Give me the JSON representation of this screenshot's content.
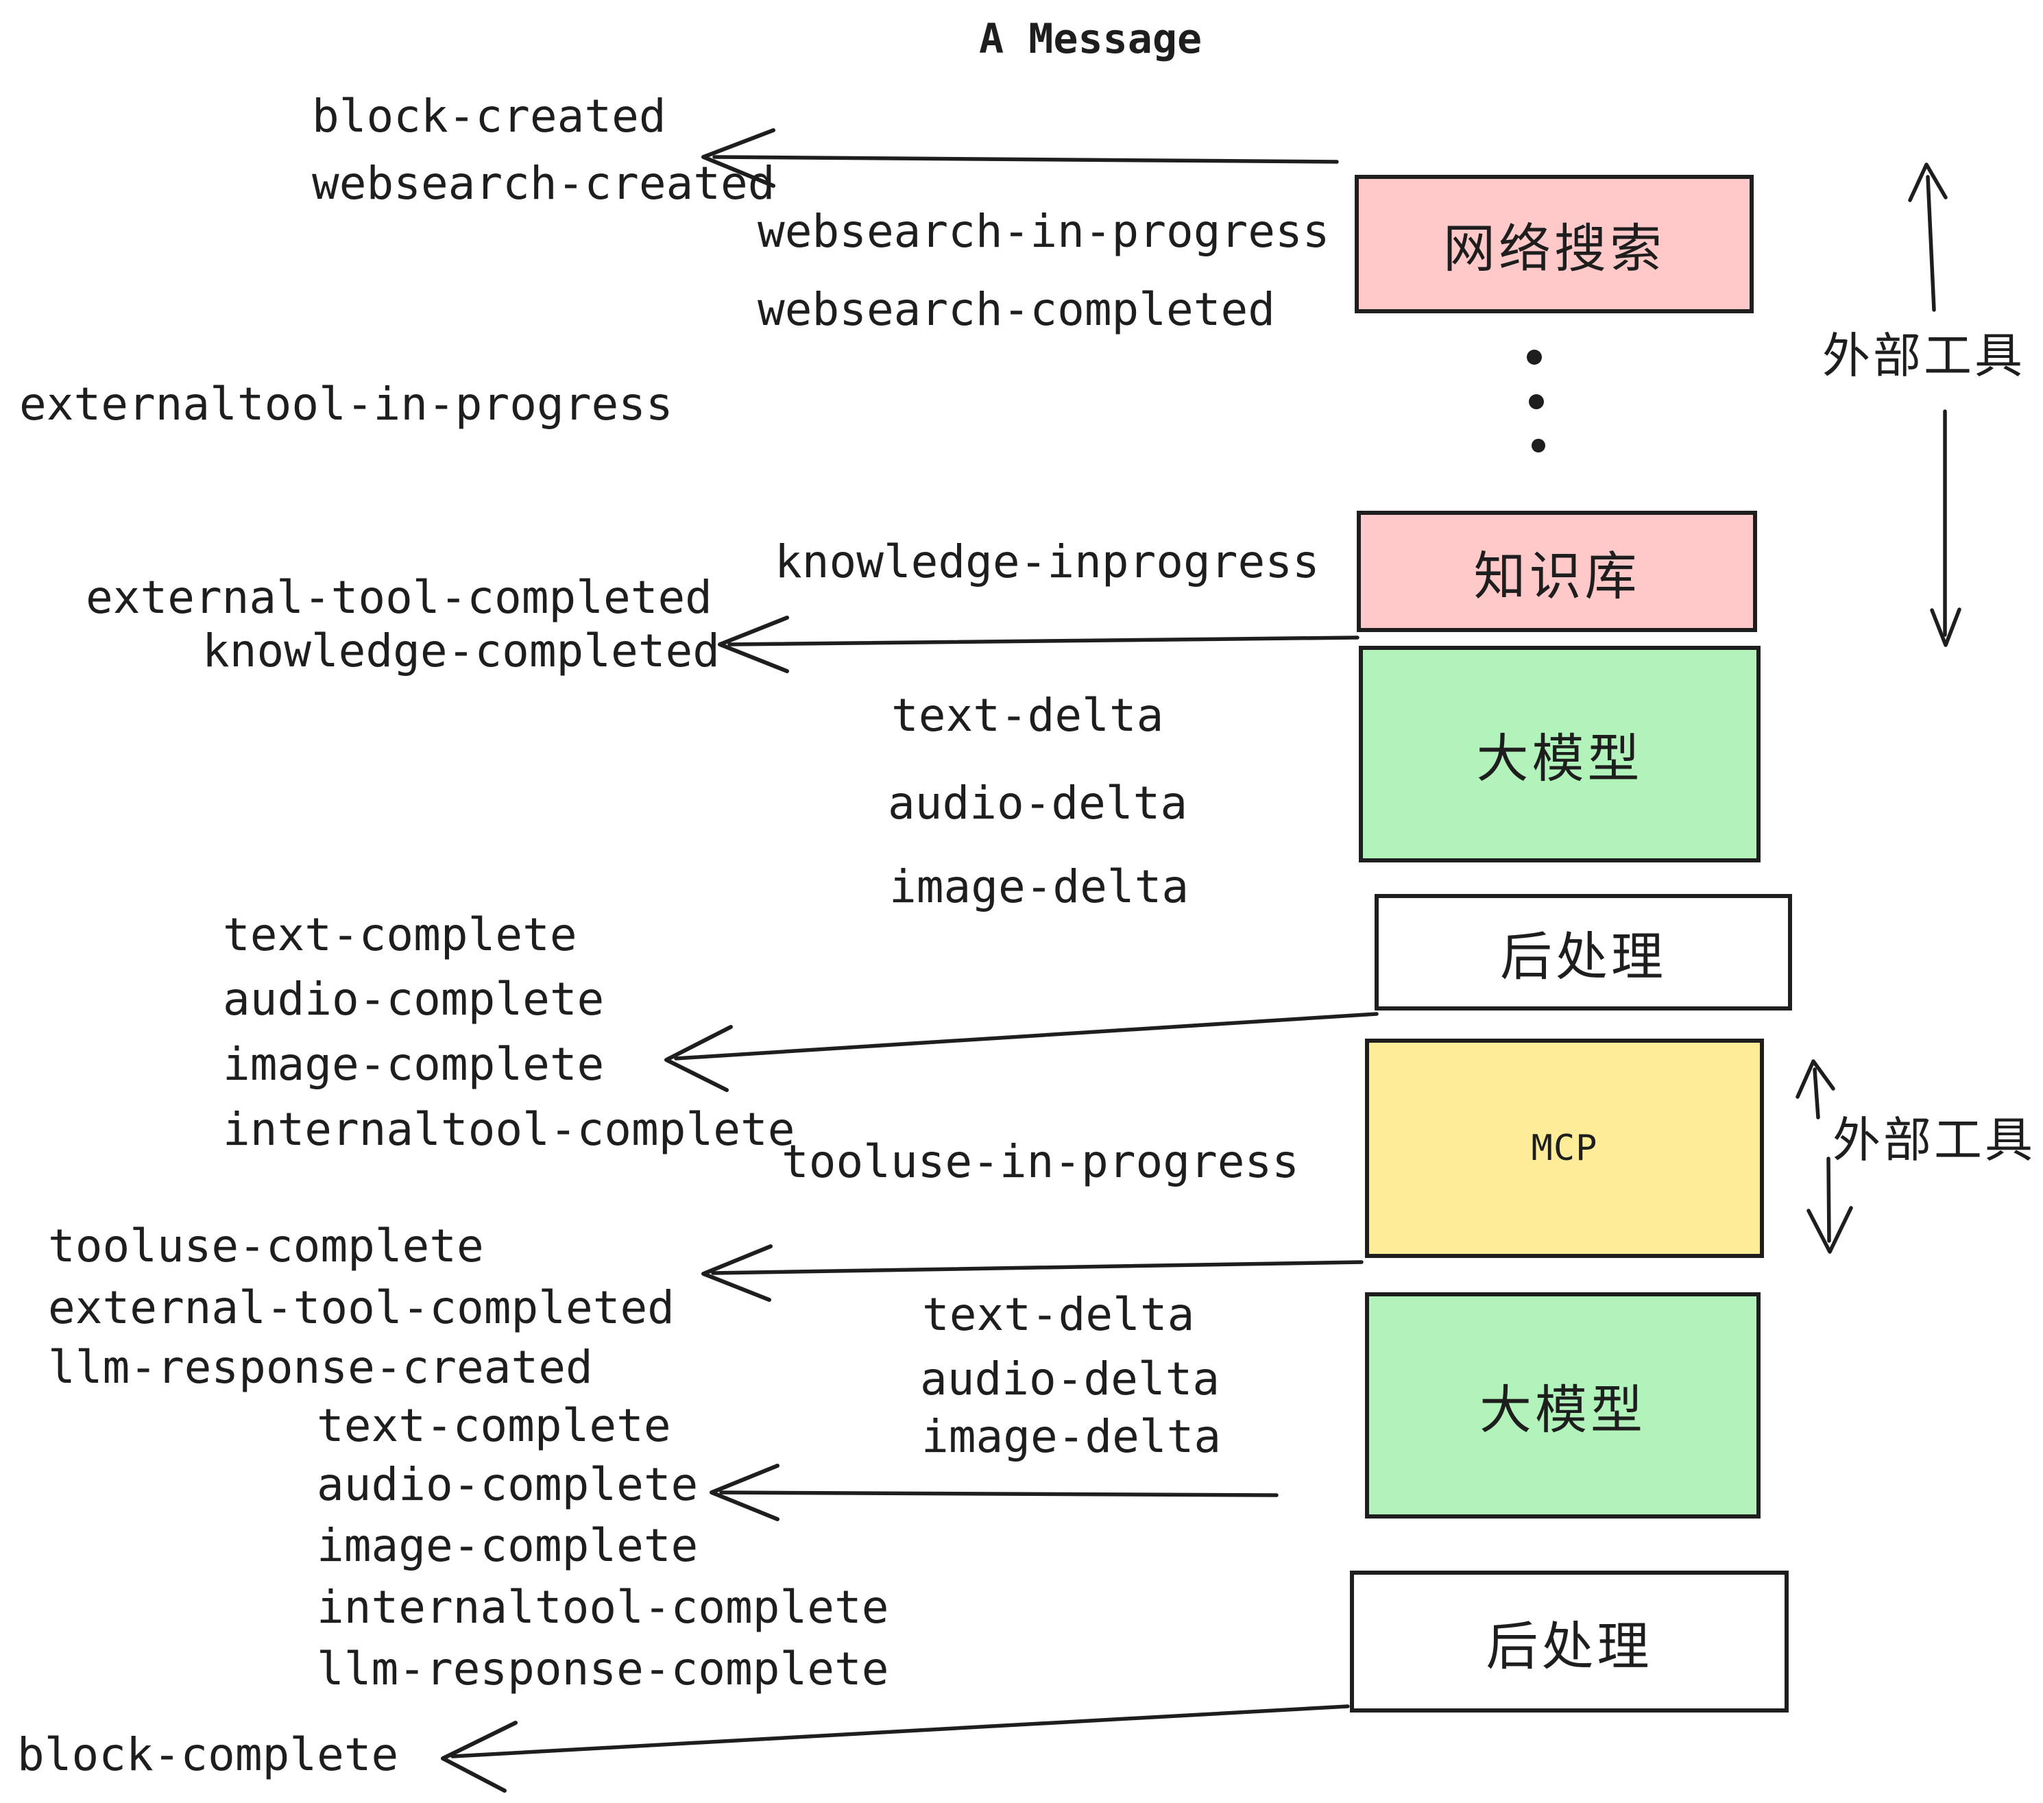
{
  "title": "A Message",
  "boxes": {
    "websearch": "网络搜索",
    "knowledge": "知识库",
    "llm_1": "大模型",
    "postprocess_1": "后处理",
    "mcp": "MCP",
    "llm_2": "大模型",
    "postprocess_2": "后处理"
  },
  "annotations": {
    "external_tools_top": "外部工具",
    "external_tools_mcp": "外部工具"
  },
  "events": {
    "block_created": "block-created",
    "websearch_created": "websearch-created",
    "websearch_in_progress": "websearch-in-progress",
    "websearch_completed": "websearch-completed",
    "externaltool_in_progress": "externaltool-in-progress",
    "knowledge_inprogress": "knowledge-inprogress",
    "external_tool_completed_1": "external-tool-completed",
    "knowledge_completed": "knowledge-completed",
    "text_delta_1": "text-delta",
    "audio_delta_1": "audio-delta",
    "image_delta_1": "image-delta",
    "text_complete_1": "text-complete",
    "audio_complete_1": "audio-complete",
    "image_complete_1": "image-complete",
    "internaltool_complete_1": "internaltool-complete",
    "tooluse_in_progress": "tooluse-in-progress",
    "tooluse_complete": "tooluse-complete",
    "external_tool_completed_2": "external-tool-completed",
    "llm_response_created": "llm-response-created",
    "text_delta_2": "text-delta",
    "audio_delta_2": "audio-delta",
    "image_delta_2": "image-delta",
    "text_complete_2": "text-complete",
    "audio_complete_2": "audio-complete",
    "image_complete_2": "image-complete",
    "internaltool_complete_2": "internaltool-complete",
    "llm_response_complete": "llm-response-complete",
    "block_complete": "block-complete"
  },
  "colors": {
    "ink": "#1e1e1e",
    "box_pink": "#ffc9c9",
    "box_green": "#b2f2bb",
    "box_yellow": "#ffec99",
    "box_white": "#ffffff"
  }
}
